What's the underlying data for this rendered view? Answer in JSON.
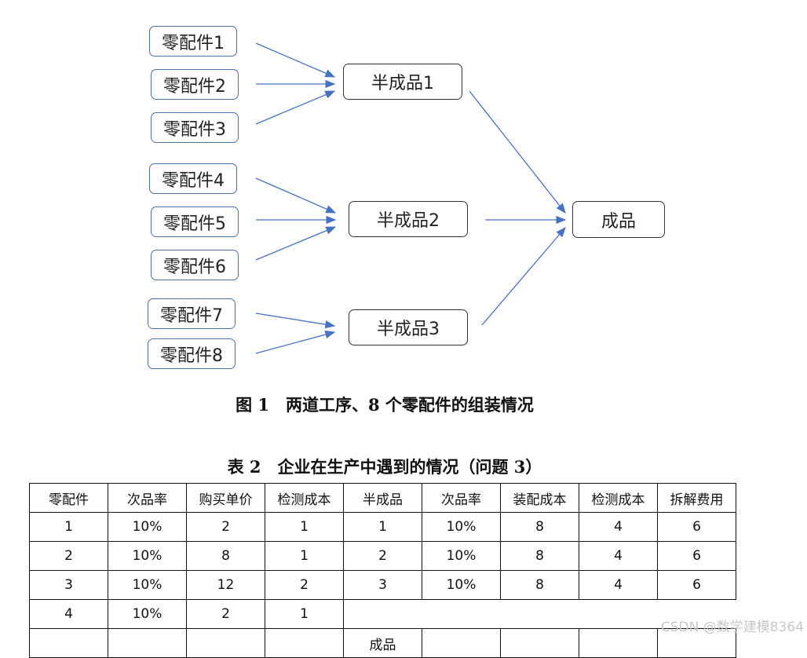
{
  "diagram": {
    "parts": [
      "零配件1",
      "零配件2",
      "零配件3",
      "零配件4",
      "零配件5",
      "零配件6",
      "零配件7",
      "零配件8"
    ],
    "semis": [
      "半成品1",
      "半成品2",
      "半成品3"
    ],
    "final": "成品",
    "colors": {
      "arrow": "#4472c4",
      "part_border": "#4a6fa5"
    }
  },
  "figure_caption": "图 1　两道工序、8 个零配件的组装情况",
  "table_caption": "表 2　企业在生产中遇到的情况（问题 3）",
  "table": {
    "headers": [
      "零配件",
      "次品率",
      "购买单价",
      "检测成本",
      "半成品",
      "次品率",
      "装配成本",
      "检测成本",
      "拆解费用"
    ],
    "rows": [
      [
        "1",
        "10%",
        "2",
        "1",
        "1",
        "10%",
        "8",
        "4",
        "6"
      ],
      [
        "2",
        "10%",
        "8",
        "1",
        "2",
        "10%",
        "8",
        "4",
        "6"
      ],
      [
        "3",
        "10%",
        "12",
        "2",
        "3",
        "10%",
        "8",
        "4",
        "6"
      ],
      [
        "4",
        "10%",
        "2",
        "1"
      ]
    ],
    "partial_row_text": "成品"
  },
  "watermark": "CSDN @数学建模8364"
}
